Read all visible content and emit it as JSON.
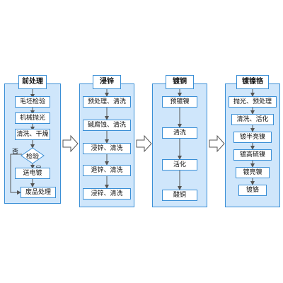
{
  "colors": {
    "panel_fill": "#cfe6fb",
    "border": "#3a8fd6",
    "line": "#555555"
  },
  "pretreat": {
    "title": "前处理",
    "steps": [
      "毛坯检验",
      "机械抛光",
      "清洗、干燥"
    ],
    "decision": "检验",
    "yes_label": "是",
    "no_label": "否",
    "after_steps": [
      "送电镀",
      "废品处理"
    ]
  },
  "zinc": {
    "title": "浸锌",
    "steps": [
      "预处理、清洗",
      "碱腐蚀、清洗",
      "浸锌、清洗",
      "退锌、清洗",
      "浸锌、清洗"
    ]
  },
  "copper": {
    "title": "镀铜",
    "steps": [
      "预镀镍",
      "清洗",
      "活化",
      "酸铜"
    ]
  },
  "nickel_chrome": {
    "title": "镀镍铬",
    "steps": [
      "抛光、预处理",
      "清洗、活化",
      "镀半亮镍",
      "镀高硫镍",
      "镀亮镍",
      "镀铬"
    ]
  }
}
